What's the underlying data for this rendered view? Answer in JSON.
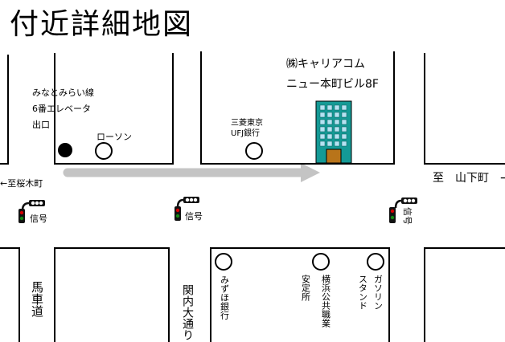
{
  "title": "付近詳細地図",
  "labels": {
    "station_exit_line1": "みなとみらい線",
    "station_exit_line2": "6番エレベータ",
    "station_exit_line3": "出口",
    "lawson": "ローソン",
    "bank_mufg_line1": "三菱東京",
    "bank_mufg_line2": "UFJ銀行",
    "office_line1": "㈱キャリアコム",
    "office_line2": "ニュー本町ビル8F",
    "to_sakuragicho": "←至桜木町",
    "to_yamashitacho": "至　山下町　→",
    "signal_left": "信号",
    "signal_center": "信号",
    "signal_right": "信号",
    "basha_michi": "馬車道",
    "kannai_odori": "関内大通り",
    "mizuho_bank": "みずほ銀行",
    "employment_office_col1": "横浜公共職業",
    "employment_office_col2": "安定所",
    "gas_station_col1": "ガソリン",
    "gas_station_col2": "スタンド"
  },
  "colors": {
    "building_teal": "#149a96",
    "building_window": "#b4e2f2",
    "building_door": "#b8741a",
    "route_arrow": "#c4c4c4",
    "signal_red": "#d40000",
    "signal_green": "#138a13",
    "signal_body": "#111111"
  },
  "icons": {
    "exit_marker": "filled-circle-icon",
    "landmark_marker": "hollow-circle-icon",
    "traffic_signal": "traffic-light-icon",
    "destination_building": "office-building-icon",
    "route": "route-arrow-icon"
  }
}
